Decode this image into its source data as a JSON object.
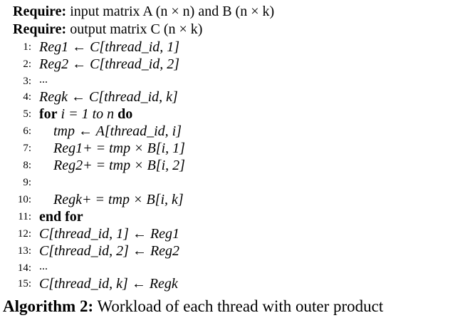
{
  "requires": [
    {
      "keyword": "Require:",
      "text": "input matrix A (n × n) and B (n × k)"
    },
    {
      "keyword": "Require:",
      "text": "output matrix C (n × k)"
    }
  ],
  "lines": [
    {
      "num": "1:",
      "text": "Reg1 ← C[thread_id, 1]"
    },
    {
      "num": "2:",
      "text": "Reg2 ← C[thread_id, 2]"
    },
    {
      "num": "3:",
      "text": "..."
    },
    {
      "num": "4:",
      "text": "Regk ← C[thread_id, k]"
    },
    {
      "num": "5:",
      "keyword": "for",
      "text": "i = 1 to n",
      "keyword2": "do"
    },
    {
      "num": "6:",
      "text": "tmp ← A[thread_id, i]"
    },
    {
      "num": "7:",
      "text": "Reg1+ = tmp × B[i, 1]"
    },
    {
      "num": "8:",
      "text": "Reg2+ = tmp × B[i, 2]"
    },
    {
      "num": "9:",
      "text": ""
    },
    {
      "num": "10:",
      "text": "Regk+ = tmp × B[i, k]"
    },
    {
      "num": "11:",
      "keyword": "end for"
    },
    {
      "num": "12:",
      "text": "C[thread_id, 1] ← Reg1"
    },
    {
      "num": "13:",
      "text": "C[thread_id, 2] ← Reg2"
    },
    {
      "num": "14:",
      "text": "..."
    },
    {
      "num": "15:",
      "text": "C[thread_id, k] ← Regk"
    }
  ],
  "caption": {
    "label": "Algorithm 2:",
    "text": "Workload of each thread with outer product"
  }
}
